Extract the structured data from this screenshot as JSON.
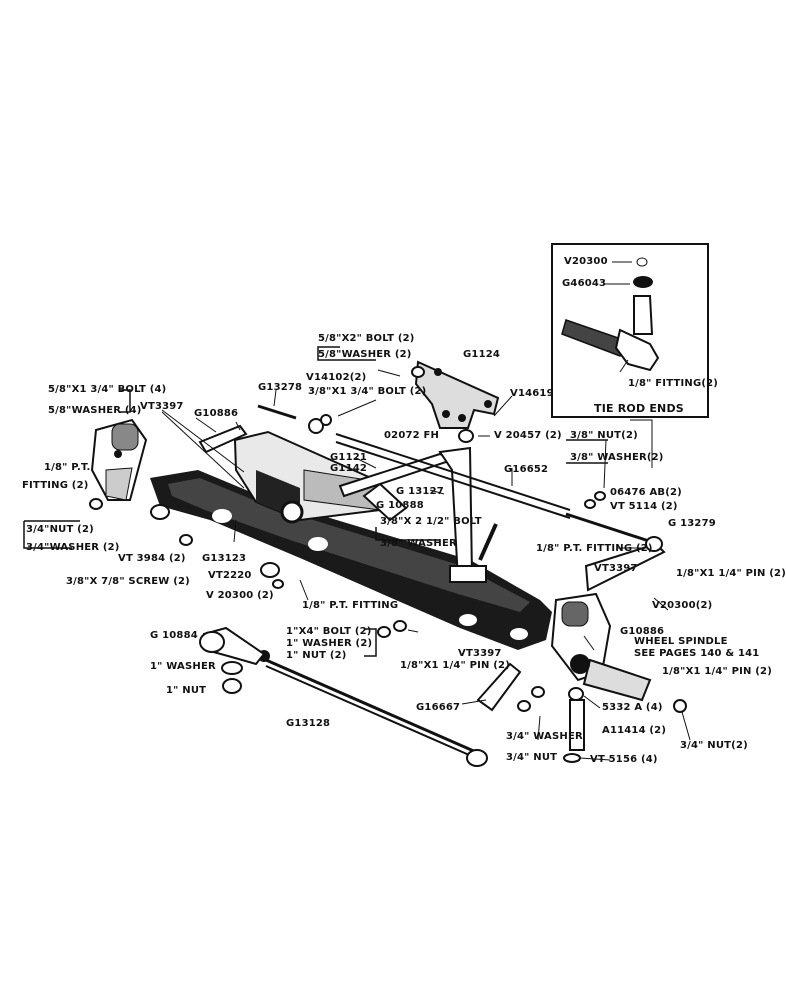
{
  "labels": {
    "v20300_top": "V20300",
    "g46043": "G46043",
    "fitting_inset": "1/8\" FITTING(2)",
    "tie_rod_ends": "TIE ROD ENDS",
    "bolt_5_8x2": "5/8\"X2\" BOLT (2)",
    "washer_5_8_2": "5/8\"WASHER (2)",
    "g1124": "G1124",
    "v14102": "V14102(2)",
    "g13278": "G13278",
    "bolt_3_8x1_3_4": "3/8\"X1 3/4\" BOLT (2)",
    "v14619": "V14619",
    "bolt_5_8x1_3_4": "5/8\"X1 3/4\" BOLT (4)",
    "washer_5_8_4": "5/8\"WASHER (4)",
    "vt3397_left": "VT3397",
    "g10886_left": "G10886",
    "o2072fh": "02072 FH",
    "v20457": "V 20457 (2)",
    "nut_3_8_2": "3/8\" NUT(2)",
    "washer_3_8_2": "3/8\" WASHER(2)",
    "g1121": "G1121",
    "g1142": "G1142",
    "g16652": "G16652",
    "pt_fitting_left": "1/8\" P.T.",
    "fitting_2_left": "FITTING (2)",
    "g13127": "G 13127",
    "o6476ab": "06476 AB(2)",
    "vt5114": "VT 5114 (2)",
    "g10888": "G 10888",
    "nut_3_4_2_left": "3/4\"NUT (2)",
    "washer_3_4_2_left": "3/4\"WASHER (2)",
    "bolt_3_8x2_1_2": "3/8\"X 2 1/2\" BOLT",
    "washer_3_8": "3/8\" WASHER",
    "g13279": "G 13279",
    "vt3984": "VT 3984 (2)",
    "g13123": "G13123",
    "pt_fitting_2_right": "1/8\" P.T. FITTING (2)",
    "vt2220": "VT2220",
    "screw_3_8x7_8": "3/8\"X 7/8\" SCREW (2)",
    "vt3397_right": "VT3397",
    "pin_1_8x1_1_4_right": "1/8\"X1 1/4\" PIN (2)",
    "v20300_mid": "V 20300 (2)",
    "pt_fitting_mid": "1/8\" P.T. FITTING",
    "v20300_right": "V20300(2)",
    "g10884": "G 10884",
    "bolt_1x4": "1\"X4\" BOLT (2)",
    "washer_1_2": "1\" WASHER (2)",
    "nut_1_2": "1\" NUT (2)",
    "g10886_right": "G10886",
    "wheel_spindle": "WHEEL SPINDLE",
    "see_pages": "SEE PAGES 140 & 141",
    "washer_1": "1\" WASHER",
    "vt3397_mid": "VT3397",
    "pin_1_8x1_1_4_mid": "1/8\"X1 1/4\" PIN (2)",
    "pin_1_8x1_1_4_spindle": "1/8\"X1 1/4\" PIN (2)",
    "nut_1": "1\" NUT",
    "g16667": "G16667",
    "s5332a": "5332 A (4)",
    "g13128": "G13128",
    "a11414": "A11414 (2)",
    "washer_3_4": "3/4\" WASHER",
    "nut_3_4": "3/4\" NUT",
    "nut_3_4_2_right": "3/4\" NUT(2)",
    "vt5156": "VT 5156 (4)"
  }
}
